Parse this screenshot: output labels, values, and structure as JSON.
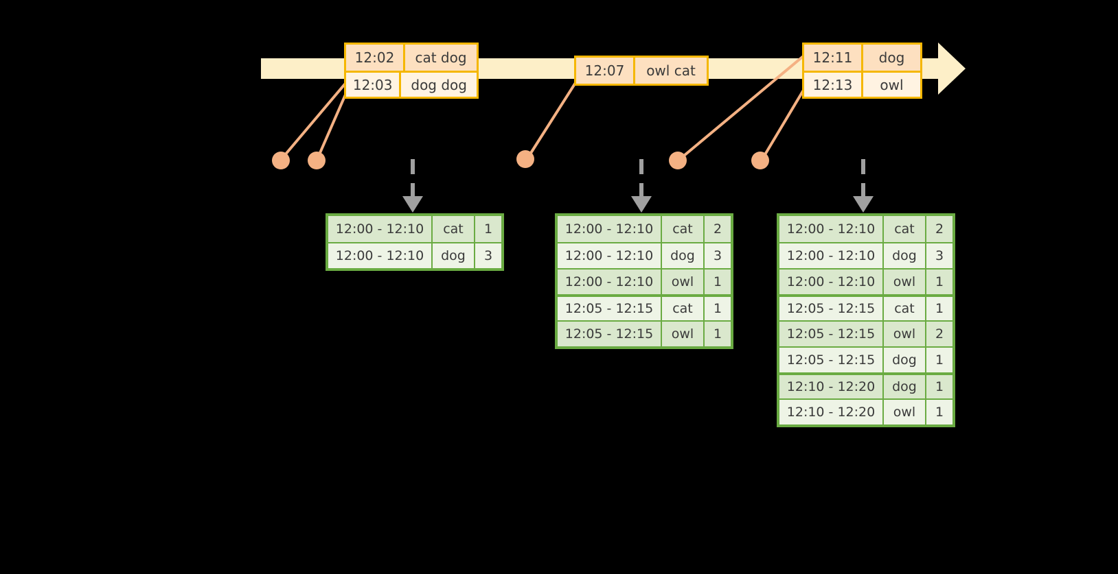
{
  "timeline": {
    "name": "event-stream-timeline",
    "direction": "left-to-right",
    "bar_color": "#fdefc8",
    "border_color": "#f5b700",
    "events": [
      {
        "id": "evt-a",
        "rows": [
          {
            "time": "12:02",
            "value": "cat dog"
          },
          {
            "time": "12:03",
            "value": "dog dog"
          }
        ]
      },
      {
        "id": "evt-b",
        "rows": [
          {
            "time": "12:07",
            "value": "owl cat"
          }
        ]
      },
      {
        "id": "evt-c",
        "rows": [
          {
            "time": "12:11",
            "value": "dog"
          },
          {
            "time": "12:13",
            "value": "owl"
          }
        ]
      }
    ]
  },
  "dot_color": "#f4b183",
  "arrow_color": "#a0a0a0",
  "results": [
    {
      "id": "tbl-1",
      "name": "result-table-1",
      "rows": [
        {
          "window": "12:00 - 12:10",
          "key": "cat",
          "count": "1"
        },
        {
          "window": "12:00 - 12:10",
          "key": "dog",
          "count": "3"
        }
      ]
    },
    {
      "id": "tbl-2",
      "name": "result-table-2",
      "rows": [
        {
          "window": "12:00 - 12:10",
          "key": "cat",
          "count": "2"
        },
        {
          "window": "12:00 - 12:10",
          "key": "dog",
          "count": "3"
        },
        {
          "window": "12:00 - 12:10",
          "key": "owl",
          "count": "1"
        },
        {
          "window": "12:05 - 12:15",
          "key": "cat",
          "count": "1"
        },
        {
          "window": "12:05 - 12:15",
          "key": "owl",
          "count": "1"
        }
      ]
    },
    {
      "id": "tbl-3",
      "name": "result-table-3",
      "rows": [
        {
          "window": "12:00 - 12:10",
          "key": "cat",
          "count": "2"
        },
        {
          "window": "12:00 - 12:10",
          "key": "dog",
          "count": "3"
        },
        {
          "window": "12:00 - 12:10",
          "key": "owl",
          "count": "1"
        },
        {
          "window": "12:05 - 12:15",
          "key": "cat",
          "count": "1"
        },
        {
          "window": "12:05 - 12:15",
          "key": "owl",
          "count": "2"
        },
        {
          "window": "12:05 - 12:15",
          "key": "dog",
          "count": "1"
        },
        {
          "window": "12:10 - 12:20",
          "key": "dog",
          "count": "1"
        },
        {
          "window": "12:10 - 12:20",
          "key": "owl",
          "count": "1"
        }
      ]
    }
  ]
}
